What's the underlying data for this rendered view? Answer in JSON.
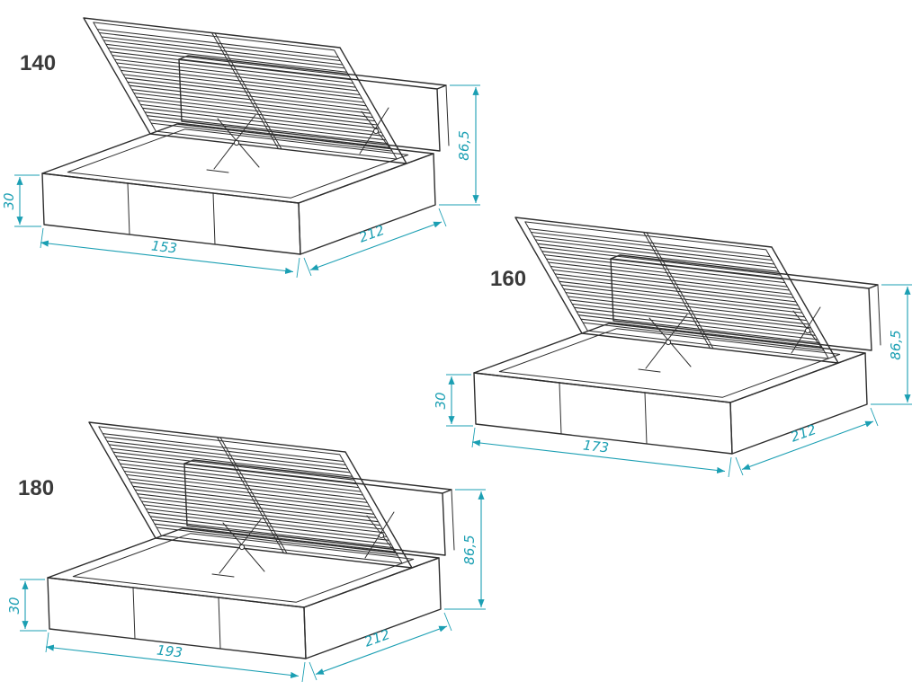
{
  "page": {
    "background": "#ffffff",
    "accent_color": "#1b9fb3",
    "line_color": "#2e2e2e",
    "description_label": "bed-size-technical-drawing"
  },
  "diagrams": [
    {
      "id": "bed-140",
      "size_label": "140",
      "width": "153",
      "length": "212",
      "base_height": "30",
      "total_height": "86,5"
    },
    {
      "id": "bed-160",
      "size_label": "160",
      "width": "173",
      "length": "212",
      "base_height": "30",
      "total_height": "86,5"
    },
    {
      "id": "bed-180",
      "size_label": "180",
      "width": "193",
      "length": "212",
      "base_height": "30",
      "total_height": "86,5"
    }
  ]
}
